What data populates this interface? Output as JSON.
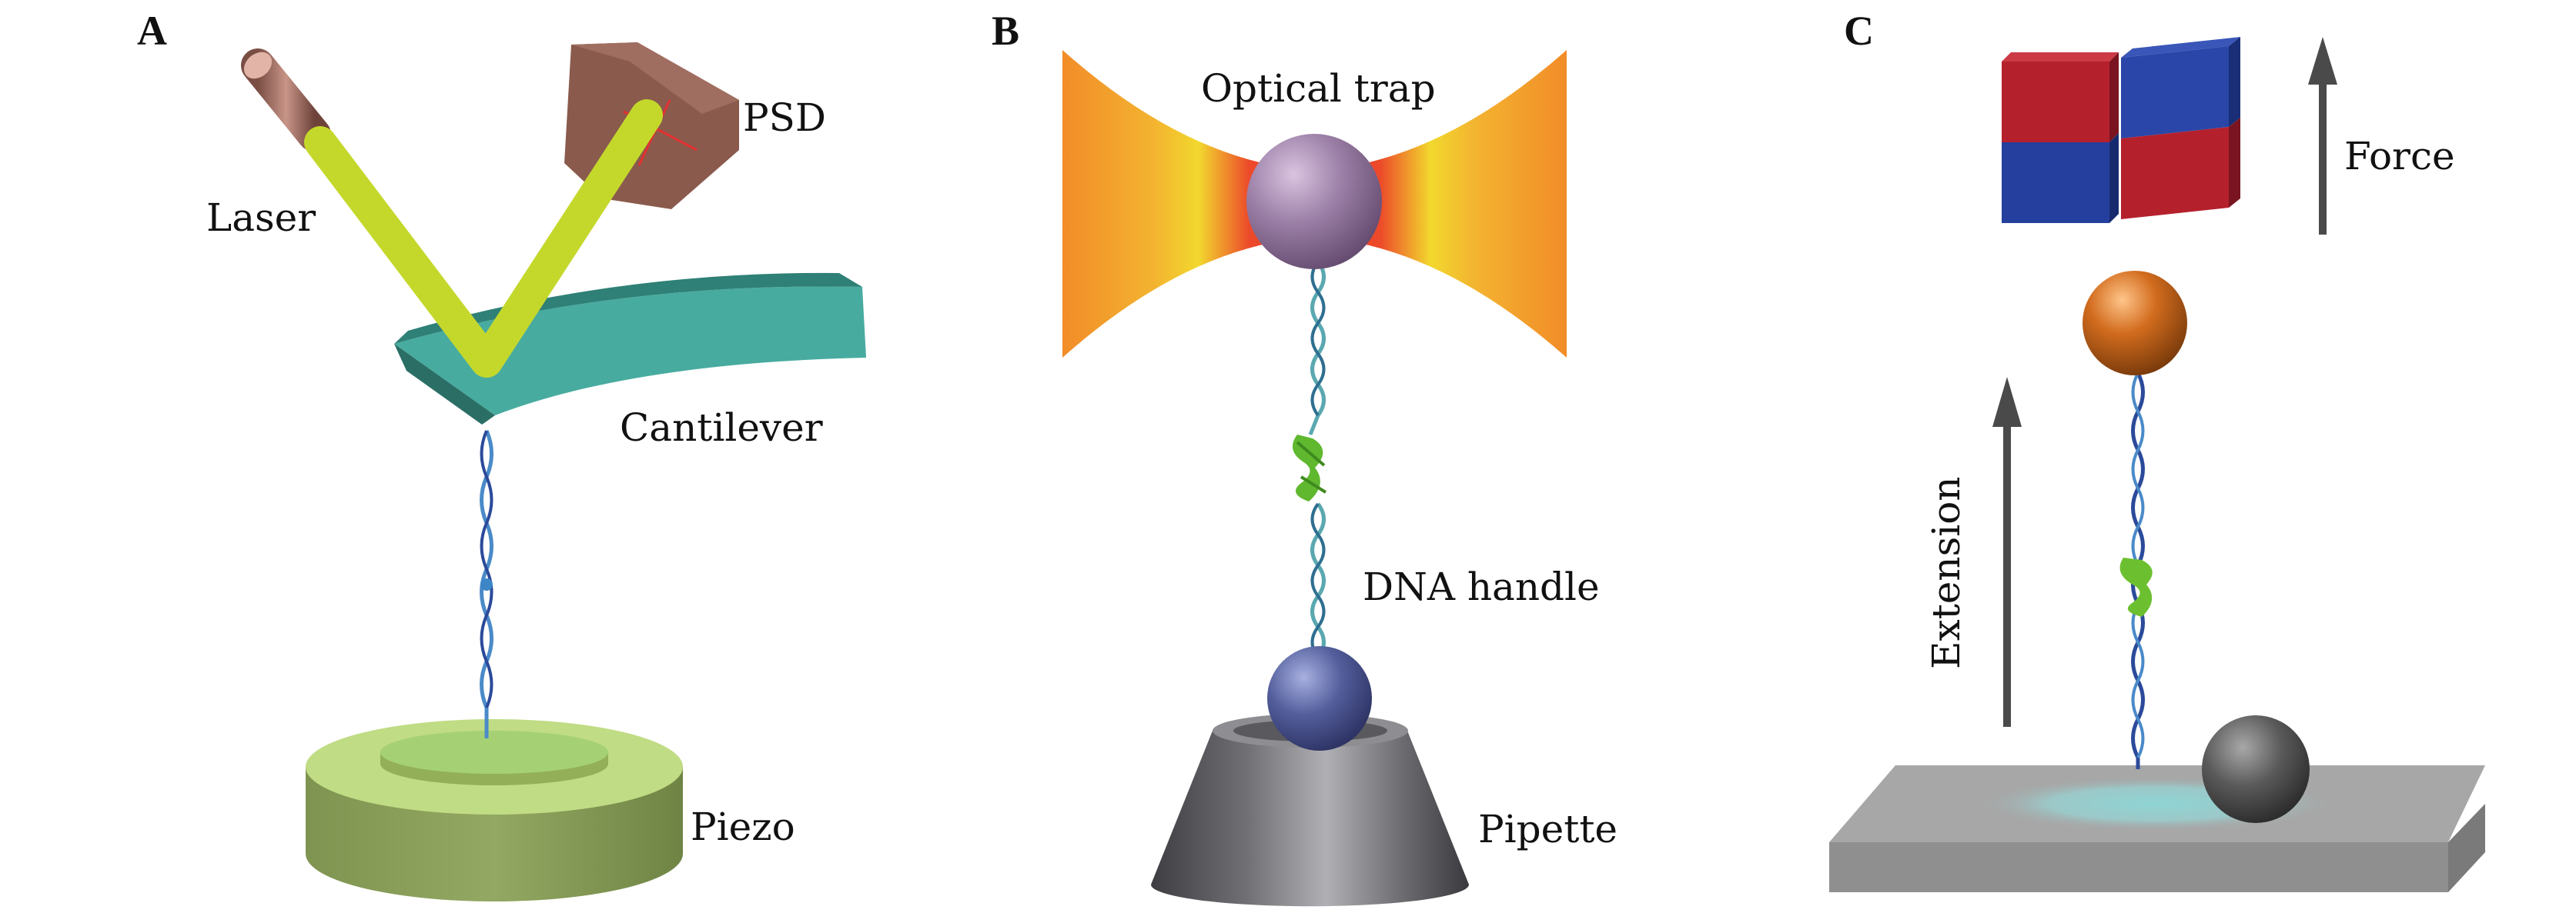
{
  "panels": {
    "a": {
      "letter": "A",
      "labels": {
        "laser": "Laser",
        "psd": "PSD",
        "cantilever": "Cantilever",
        "piezo": "Piezo"
      },
      "colors": {
        "beam": "#c4d82c",
        "cantilever": "#3fa394",
        "piezo": "#8aa058",
        "psd": "#8a5a4d",
        "laser": "#a87468"
      }
    },
    "b": {
      "letter": "B",
      "labels": {
        "optical_trap": "Optical trap",
        "dna_handle": "DNA handle",
        "pipette": "Pipette"
      },
      "colors": {
        "trap_outer": "#f28c28",
        "trap_mid": "#f2d02c",
        "trap_core": "#e8402a",
        "trapped_bead": "#9b7fa6",
        "pipette_bead": "#535e9c",
        "pipette": "#7a7a7e"
      }
    },
    "c": {
      "letter": "C",
      "labels": {
        "force": "Force",
        "extension": "Extension"
      },
      "colors": {
        "magnet_red": "#b5202d",
        "magnet_blue": "#253f9e",
        "magnetic_bead": "#c5651a",
        "reference_bead": "#505050",
        "surface": "#a7a7a7",
        "arrow": "#4a4a4a"
      }
    }
  }
}
